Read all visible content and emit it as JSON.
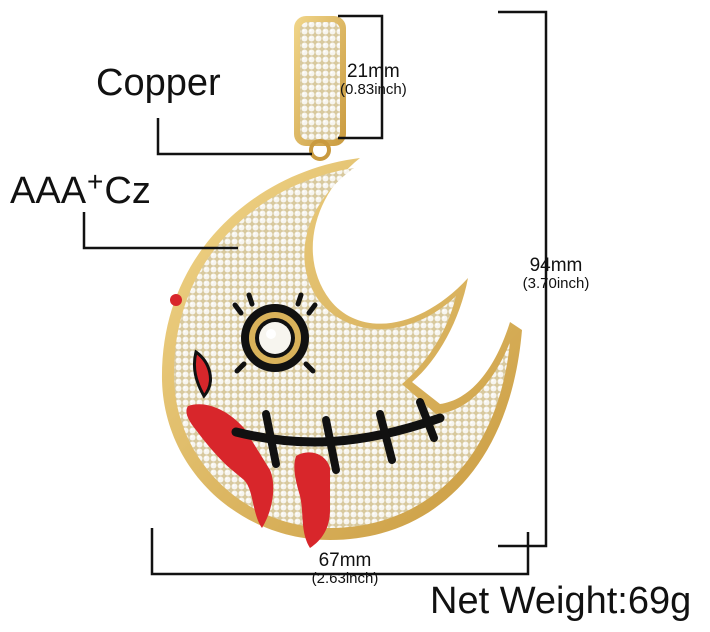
{
  "labels": {
    "material": "Copper",
    "stone_prefix": "AAA",
    "stone_sup": "+",
    "stone_suffix": "Cz",
    "bail_width": "21mm",
    "bail_width_inch": "(0.83inch)",
    "height": "94mm",
    "height_inch": "(3.70inch)",
    "width": "67mm",
    "width_inch": "(2.63inch)",
    "net_weight": "Net Weight:69g"
  },
  "colors": {
    "gold": "#d9b25a",
    "enamel_red": "#d8262b",
    "enamel_black": "#111111",
    "stone_white": "#f3f1ec"
  }
}
